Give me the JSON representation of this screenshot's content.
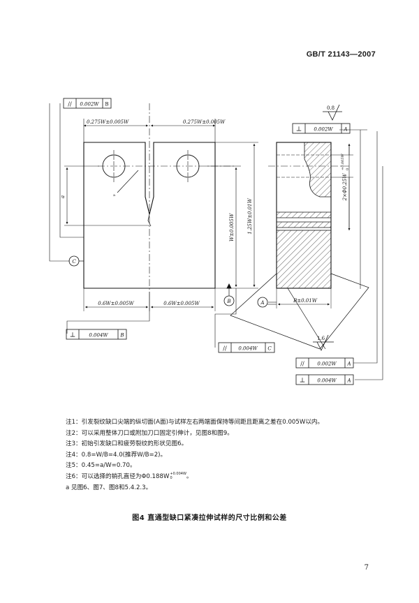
{
  "header": {
    "standard_code": "GB/T 21143—2007"
  },
  "drawing": {
    "frames": {
      "top_left": {
        "symbol": "//",
        "value": "0.002W",
        "datum": "B"
      },
      "bottom_left": {
        "symbol": "⊥",
        "value": "0.004W",
        "datum": "B"
      },
      "bottom_mid": {
        "symbol": "//",
        "value": "0.004W",
        "datum": "C"
      },
      "right_top": {
        "symbol": "⊥",
        "value": "0.002W",
        "datum": "A"
      },
      "right_mid": {
        "symbol": "//",
        "value": "0.002W",
        "datum": "A"
      },
      "right_bottom": {
        "symbol": "⊥",
        "value": "0.004W",
        "datum": "A"
      }
    },
    "dims": {
      "hole_left": "0.275W±0.005W",
      "hole_right": "0.275W±0.005W",
      "notch_a": "a",
      "w_height": "W±0.005W",
      "total_height": "1.25W±0.01W",
      "half_left": "0.6W±0.005W",
      "half_right": "0.6W±0.005W",
      "thickness": "B±0.01W",
      "hole_spacing": "2×Φ0.25W",
      "hole_tol_upper": "+0.005W",
      "hole_tol_lower": "0"
    },
    "datums": {
      "c": "C",
      "b": "B",
      "a": "A"
    },
    "roughness": {
      "top": "0.8",
      "bottom": "1.6"
    },
    "pointer_marker": "a"
  },
  "notes": [
    "注1：引发裂纹缺口尖端的纵切面(A面)与试样左右两端面保持等间距且距离之差在0.005W以内。",
    "注2：可以采用整体刀口或附加刀口固定引伸计，见图8和图9。",
    "注3：初始引发缺口和疲劳裂纹的形状见图6。",
    "注4：0.8=W/B=4.0(推荐W/B=2)。",
    "注5：0.45=a/W=0.70。",
    "注6：可以选择的销孔直径为Φ0.188W",
    "a 见图6、图7、图8和5.4.2.3。"
  ],
  "note6_tolerance": {
    "upper": "+0.004W",
    "lower": "0"
  },
  "caption": "图4   直通型缺口紧凑拉伸试样的尺寸比例和公差",
  "page_number": "7"
}
